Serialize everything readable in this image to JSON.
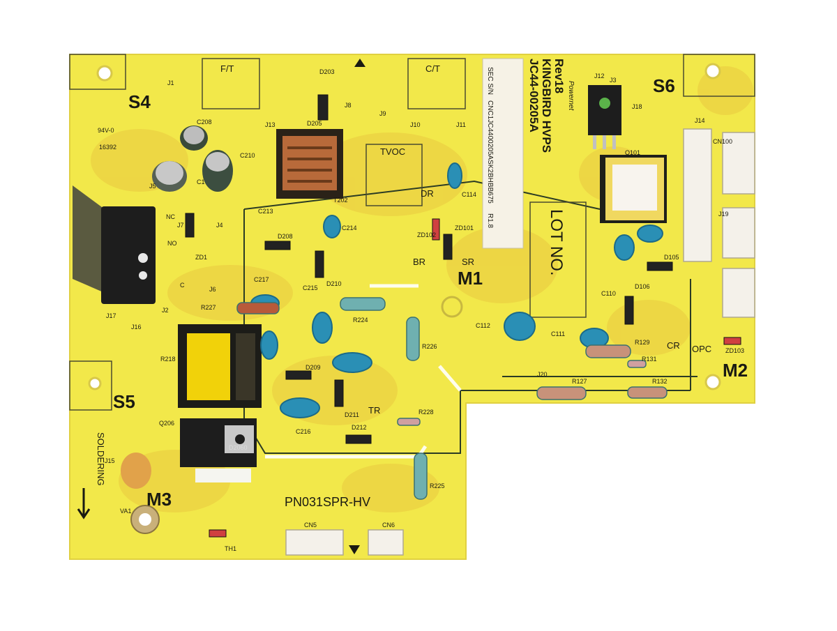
{
  "board": {
    "colors": {
      "pcb": "#f2e84a",
      "pcb_dark": "#e6c43c",
      "trace": "#2b3b24",
      "cap_blue": "#2a8fb5",
      "connector": "#f4f1ea"
    },
    "part_number": "JC44-00205A",
    "board_name": "KINGBIRD HVPS",
    "revision": "Rev18",
    "brand": "Powernet",
    "sec_sn": "SEC S/N",
    "serial": "CNC1JC4400205ASK2BHBB675",
    "serial_rev": "R1.8",
    "model_code": "PN031SPR-HV",
    "lot_label": "LOT NO.",
    "soldering_label": "SOLDERING",
    "mount_labels": [
      "S4",
      "S5",
      "S6",
      "M1",
      "M2",
      "M3"
    ],
    "box_labels": [
      "F/T",
      "C/T",
      "TVOC"
    ],
    "output_labels": [
      "DR",
      "BR",
      "SR",
      "TR",
      "CR",
      "OPC"
    ],
    "ul_mark": "94V-0",
    "ul_number": "16392",
    "components": {
      "capacitors": [
        "C1",
        "C208",
        "C210",
        "C213",
        "C214",
        "C215",
        "C216",
        "C217",
        "C110",
        "C111",
        "C112",
        "C114"
      ],
      "resistors": [
        "R127",
        "R129",
        "R131",
        "R132",
        "R218",
        "R224",
        "R225",
        "R226",
        "R227",
        "R228"
      ],
      "diodes": [
        "D203",
        "D205",
        "D208",
        "D209",
        "D210",
        "D211",
        "D212",
        "D105",
        "D106",
        "ZD101",
        "ZD102",
        "ZD103",
        "ZD1"
      ],
      "transformers": [
        "T202"
      ],
      "jumpers": [
        "J1",
        "J2",
        "J3",
        "J4",
        "J5",
        "J6",
        "J7",
        "J8",
        "J9",
        "J10",
        "J11",
        "J12",
        "J13",
        "J14",
        "J15",
        "J16",
        "J17",
        "J18",
        "J19",
        "J20"
      ],
      "connectors": [
        "CN5",
        "CN6",
        "CN100"
      ],
      "other": [
        "Q206",
        "Q101",
        "VA1",
        "TH1"
      ],
      "transistor_marking": "D2060",
      "switch_pins": [
        "NC",
        "NO",
        "C"
      ]
    }
  }
}
